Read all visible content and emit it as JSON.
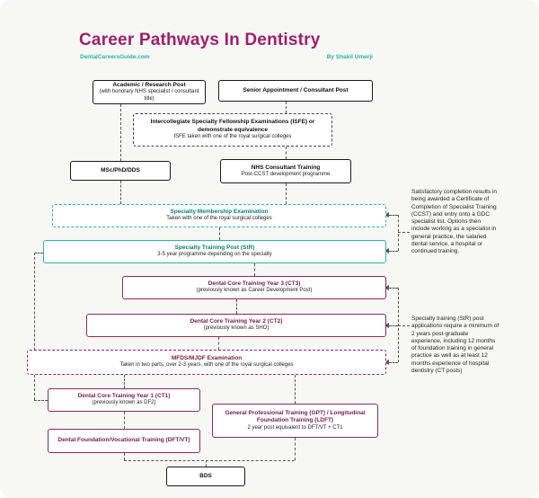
{
  "header": {
    "title": "Career Pathways In Dentistry",
    "site": "DentalCareersGuide.com",
    "byline": "By Shakil Umerji"
  },
  "colors": {
    "title": "#9c1f6e",
    "teal": "#2bb3a3",
    "maroon": "#8b2a5e",
    "black_border": "#1a1a1a",
    "background": "#f7f7f4",
    "connector": "#555555"
  },
  "boxes": [
    {
      "id": "academic",
      "title": "Academic / Research Post",
      "subtitle": "(with honorary NHS specialist / consultant title)",
      "style": "black-solid"
    },
    {
      "id": "senior",
      "title": "Senior Appointment / Consultant Post",
      "subtitle": "",
      "style": "black-solid"
    },
    {
      "id": "isfe",
      "title": "Intercollegiate Specialty Fellowship Examinations (ISFE) or demonstrate equivalence",
      "subtitle": "ISFE taken with one of the royal surgical colleges",
      "style": "black-dashed"
    },
    {
      "id": "msc",
      "title": "MSc/PhD/DDS",
      "subtitle": "",
      "style": "black-solid"
    },
    {
      "id": "nhs-consultant",
      "title": "NHS Consultant Training",
      "subtitle": "Post-CCST development programme",
      "style": "black-solid"
    },
    {
      "id": "specialty-membership",
      "title": "Specialty Membership Examination",
      "subtitle": "Taken with one of the royal surgical colleges",
      "style": "teal-dashed"
    },
    {
      "id": "str",
      "title": "Specialty Training Post (StR)",
      "subtitle": "3-5 year programme depending on the specialty",
      "style": "teal-solid"
    },
    {
      "id": "ct3",
      "title": "Dental Core Training Year 3 (CT3)",
      "subtitle": "(previously known as Career Development Post)",
      "style": "maroon-solid"
    },
    {
      "id": "ct2",
      "title": "Dental Core Training Year 2 (CT2)",
      "subtitle": "(previously known as SHO)",
      "style": "maroon-solid"
    },
    {
      "id": "mfds",
      "title": "MFDS/MJDF Examination",
      "subtitle": "Taken in two parts, over 2-3 years, with one of the royal surgical colleges",
      "style": "maroon-dashed"
    },
    {
      "id": "ct1",
      "title": "Dental Core Training Year 1 (CT1)",
      "subtitle": "(previously known as DF2)",
      "style": "maroon-solid"
    },
    {
      "id": "gpt",
      "title": "General Professional Training (GPT) / Longitudinal Foundation Training (LDFT)",
      "subtitle": "2 year post equivalent to DFT/VT + CT1",
      "style": "maroon-solid"
    },
    {
      "id": "dft",
      "title": "Dental Foundation/Vocational Training (DFT/VT)",
      "subtitle": "",
      "style": "maroon-solid"
    },
    {
      "id": "bds",
      "title": "BDS",
      "subtitle": "",
      "style": "black-solid"
    }
  ],
  "annotations": [
    {
      "id": "ccst-note",
      "text": "Satisfactory completion results in being awarded a Certificate of Completion of Specialist Training (CCST) and entry onto a GDC specialist list. Options then include working as a specialist in general practice, the salaried dental service, a hospital or continued training."
    },
    {
      "id": "str-note",
      "text": "Specialty training (StR) post applications require a minimum of 2 years post-graduate experience, including 12 months of foundation training in general practice as well as at least 12 months experience of hospital dentistry (CT posts)"
    }
  ]
}
